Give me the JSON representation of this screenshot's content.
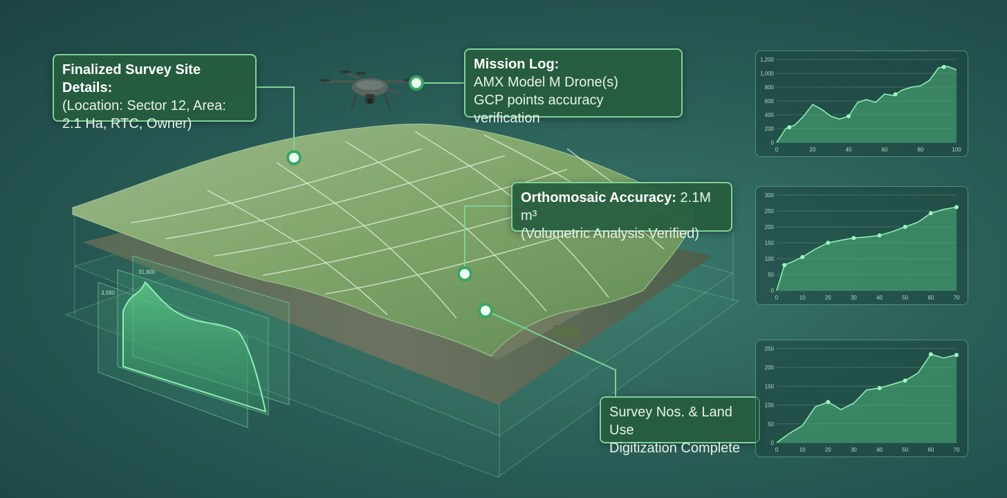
{
  "callouts": {
    "site": {
      "title": "Finalized Survey Site Details:",
      "line1": "(Location: Sector 12, Area:",
      "line2": "2.1 Ha, RTC, Owner)"
    },
    "mission": {
      "title": "Mission Log:",
      "line1": "AMX Model M Drone(s)",
      "line2": "GCP points accuracy verification"
    },
    "ortho": {
      "title": "Orthomosaic Accuracy:",
      "value": "2.1M m³",
      "line2": "(Volumetric Analysis Verified)"
    },
    "survey": {
      "line1": "Survey Nos. & Land Use",
      "line2": "Digitization Complete"
    }
  },
  "elevation_panel": {
    "label_top": "31,800",
    "label_mid": "3,580"
  },
  "colors": {
    "accent": "#7fd39a",
    "callout_bg": "#265c3e",
    "chart_fill": "#4fb27a",
    "terrain": "#7fa468"
  },
  "icons": [
    "drone-icon",
    "marker-dot-icon"
  ],
  "chart_data": [
    {
      "type": "area",
      "x": [
        0,
        5,
        10,
        15,
        20,
        25,
        30,
        35,
        40,
        45,
        50,
        55,
        60,
        65,
        70,
        75,
        80,
        85,
        90,
        95,
        100
      ],
      "y": [
        0,
        200,
        250,
        380,
        550,
        480,
        380,
        340,
        380,
        580,
        620,
        580,
        700,
        680,
        760,
        800,
        820,
        900,
        1080,
        1100,
        1050
      ],
      "xlim": [
        0,
        100
      ],
      "ylim": [
        0,
        1200
      ],
      "xticks": [
        0,
        20,
        40,
        60,
        80,
        100
      ],
      "yticks": [
        0,
        200,
        400,
        600,
        800,
        1000,
        1200
      ],
      "ytick_labels": [
        "0",
        "200",
        "400",
        "600",
        "800",
        "1,000",
        "1,200"
      ],
      "markers_at": [
        7,
        40,
        66,
        93
      ],
      "grid": true
    },
    {
      "type": "area",
      "x": [
        0,
        3,
        6,
        10,
        15,
        20,
        25,
        30,
        35,
        40,
        45,
        50,
        55,
        60,
        65,
        70
      ],
      "y": [
        0,
        80,
        90,
        105,
        130,
        150,
        158,
        165,
        168,
        173,
        185,
        200,
        215,
        243,
        255,
        262
      ],
      "xlim": [
        0,
        70
      ],
      "ylim": [
        0,
        300
      ],
      "xticks": [
        0,
        10,
        20,
        30,
        40,
        50,
        60,
        70
      ],
      "yticks": [
        0,
        50,
        100,
        150,
        200,
        250,
        300
      ],
      "ytick_labels": [
        "0",
        "50",
        "100",
        "150",
        "200",
        "250",
        "300"
      ],
      "markers_at": [
        3,
        10,
        20,
        30,
        40,
        50,
        60,
        70
      ],
      "grid": true
    },
    {
      "type": "area",
      "x": [
        0,
        5,
        10,
        15,
        20,
        25,
        30,
        35,
        40,
        45,
        50,
        55,
        60,
        65,
        70
      ],
      "y": [
        0,
        25,
        45,
        95,
        108,
        88,
        105,
        140,
        145,
        155,
        165,
        185,
        235,
        225,
        233
      ],
      "xlim": [
        0,
        70
      ],
      "ylim": [
        0,
        250
      ],
      "xticks": [
        0,
        10,
        20,
        30,
        40,
        50,
        60,
        70
      ],
      "yticks": [
        0,
        50,
        100,
        150,
        200,
        250
      ],
      "ytick_labels": [
        "0",
        "50",
        "100",
        "150",
        "200",
        "250"
      ],
      "markers_at": [
        20,
        40,
        50,
        60,
        70
      ],
      "grid": true
    }
  ]
}
